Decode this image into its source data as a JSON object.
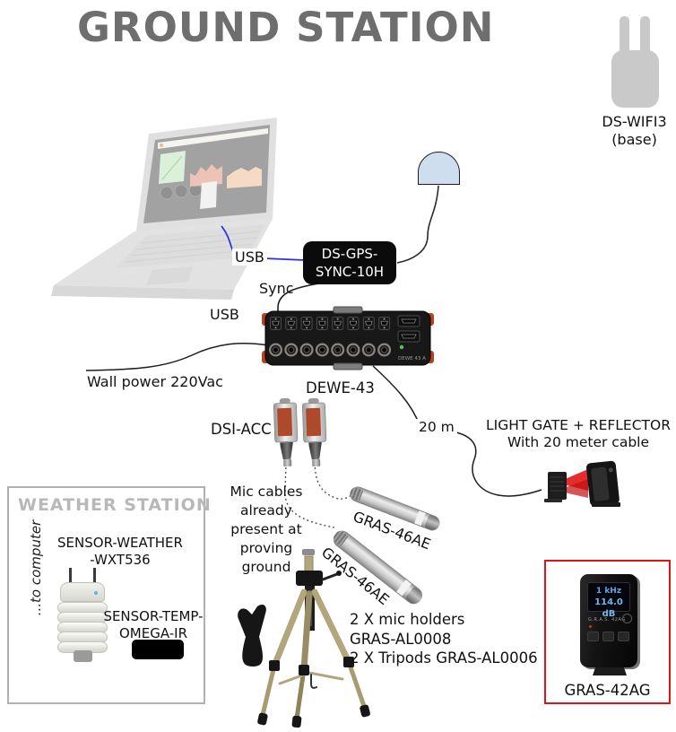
{
  "title": "GROUND STATION",
  "wifi": {
    "name": "DS-WIFI3",
    "sub": "(base)"
  },
  "labels": {
    "usb_top": "USB",
    "usb_left": "USB",
    "sync": "Sync",
    "wall_power": "Wall power 220Vac",
    "cable_length": "20 m",
    "dsi_acc": "DSI-ACC",
    "mic_note": "Mic cables already present at proving ground"
  },
  "gps_sync": {
    "line1": "DS-GPS-",
    "line2": "SYNC-10H"
  },
  "dewe43": {
    "label": "DEWE-43",
    "badge": "DEWE 43 A"
  },
  "light_gate": {
    "line1": "LIGHT GATE + REFLECTOR",
    "line2": "With 20 meter cable"
  },
  "mics": {
    "mic1_label": "GRAS-46AE",
    "mic2_label": "GRAS-46AE"
  },
  "accessories": {
    "line1": "2 X mic holders",
    "line2": "GRAS-AL0008",
    "line3": "2 X Tripods GRAS-AL0006"
  },
  "weather": {
    "title": "WEATHER STATION",
    "to_computer": "...to computer",
    "sensor_weather_line1": "SENSOR-WEATHER",
    "sensor_weather_line2": "-WXT536",
    "sensor_temp_line1": "SENSOR-TEMP-",
    "sensor_temp_line2": "OMEGA-IR"
  },
  "calibrator": {
    "display_freq": "1 kHz",
    "display_level": "114.0 dB",
    "device_badge": "G.R.A.S. 42AG",
    "label": "GRAS-42AG"
  },
  "colors": {
    "title": "#6e6e6e",
    "usb_line": "#2d2df0",
    "gps_dome": "#cfdeee",
    "red_accent": "#e31515",
    "calibrator_border": "#e11414",
    "weather_title": "#b8b8b8",
    "dsi_orange": "#ad4a2b"
  }
}
